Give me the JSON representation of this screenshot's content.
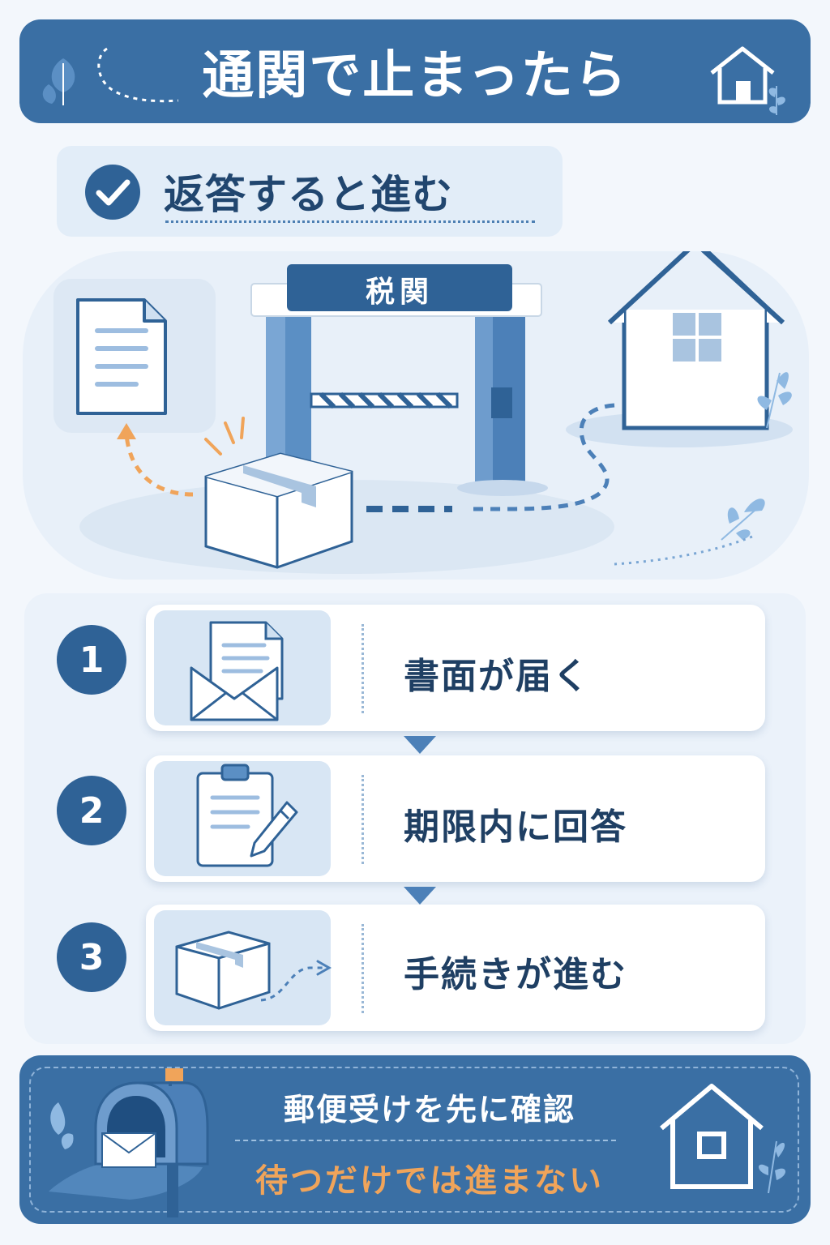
{
  "header": {
    "title": "通関で止まったら"
  },
  "subtitle": {
    "text": "返答すると進む"
  },
  "scene": {
    "gate_label": "税関"
  },
  "steps": [
    {
      "number": "1",
      "label": "書面が届く",
      "icon": "envelope-document-icon"
    },
    {
      "number": "2",
      "label": "期限内に回答",
      "icon": "clipboard-pencil-icon"
    },
    {
      "number": "3",
      "label": "手続きが進む",
      "icon": "package-moving-icon"
    }
  ],
  "footer": {
    "line1": "郵便受けを先に確認",
    "line2": "待つだけでは進まない"
  },
  "colors": {
    "primary": "#3a6fa4",
    "dark": "#1f3f63",
    "accent": "#f0a45a",
    "light": "#e2edf8"
  }
}
